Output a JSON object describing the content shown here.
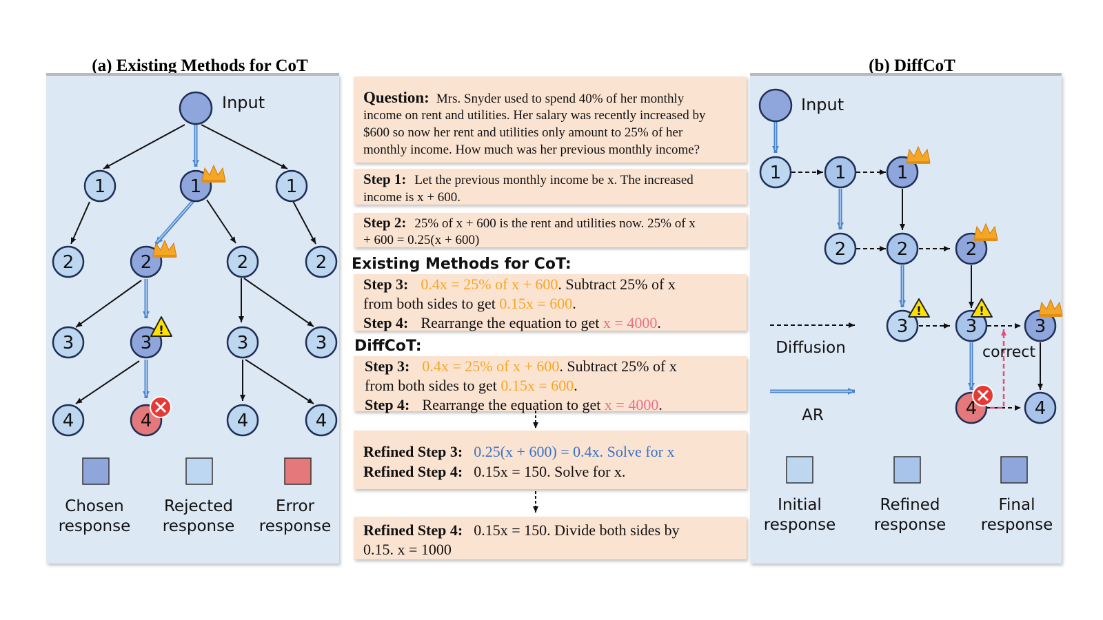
{
  "left_panel": {
    "title": "(a) Existing Methods for CoT",
    "input_label": "Input",
    "legend": [
      {
        "line1": "Chosen",
        "line2": "response"
      },
      {
        "line1": "Rejected",
        "line2": "response"
      },
      {
        "line1": "Error",
        "line2": "response"
      }
    ]
  },
  "right_panel": {
    "title": "(b) DiffCoT",
    "input_label": "Input",
    "diffusion_label": "Diffusion",
    "ar_label": "AR",
    "correct_label": "correct",
    "legend": [
      {
        "line1": "Initial",
        "line2": "response"
      },
      {
        "line1": "Refined",
        "line2": "response"
      },
      {
        "line1": "Final",
        "line2": "response"
      }
    ]
  },
  "middle": {
    "question": {
      "label": "Question:",
      "line1": "Mrs. Snyder used to spend 40% of her monthly",
      "line2": "income on rent and utilities. Her salary was recently increased by",
      "line3": "$600 so now her rent and utilities only amount to 25% of her",
      "line4": "monthly income. How much was her previous monthly income?"
    },
    "step1": {
      "label": "Step 1:",
      "line1": "Let the previous monthly income be x. The increased",
      "line2": "income is x + 600."
    },
    "step2": {
      "label": "Step 2:",
      "line1": "25% of x + 600 is the rent and utilities now. 25% of x",
      "line2": "+ 600 = 0.25(x + 600)"
    },
    "existing_header": "Existing Methods for CoT:",
    "diffcot_header": "DiffCoT:",
    "existing_steps": {
      "s3_label": "Step 3:",
      "s3_hl1": "0.4x = 25% of x + 600",
      "s3_rest": ". Subtract 25% of x",
      "s3_line2_a": "from both sides to get ",
      "s3_hl2": "0.15x = 600",
      "s3_line2_b": ".",
      "s4_label": "Step 4:",
      "s4_text": "Rearrange the equation to get ",
      "s4_hl": "x = 4000",
      "s4_end": "."
    },
    "diffcot_steps": {
      "s3_label": "Step 3:",
      "s3_hl1": "0.4x = 25% of x + 600",
      "s3_rest": ". Subtract 25% of x",
      "s3_line2_a": "from both sides to get ",
      "s3_hl2": "0.15x = 600",
      "s3_line2_b": ".",
      "s4_label": "Step 4:",
      "s4_text": "Rearrange the equation to get ",
      "s4_hl": "x = 4000",
      "s4_end": "."
    },
    "refined1": {
      "r3_label": "Refined Step 3:",
      "r3_text": "0.25(x + 600) = 0.4x. Solve for x",
      "r4_label": "Refined Step 4:",
      "r4_text": "0.15x = 150. Solve for x."
    },
    "refined2": {
      "r4_label": "Refined Step 4:",
      "r4_line1": "0.15x = 150. Divide both sides by",
      "r4_line2": "0.15. x = 1000"
    }
  },
  "colors": {
    "panel_bg": "#dde8f5",
    "box_bg": "#fbe3d2",
    "chosen": "#8ea6dc",
    "rejected": "#bdd7f0",
    "error": "#e5787a",
    "orange": "#f5a623",
    "pink": "#e8708a",
    "blue_text": "#3a73c4",
    "arrow_blue": "#4a86d0"
  }
}
